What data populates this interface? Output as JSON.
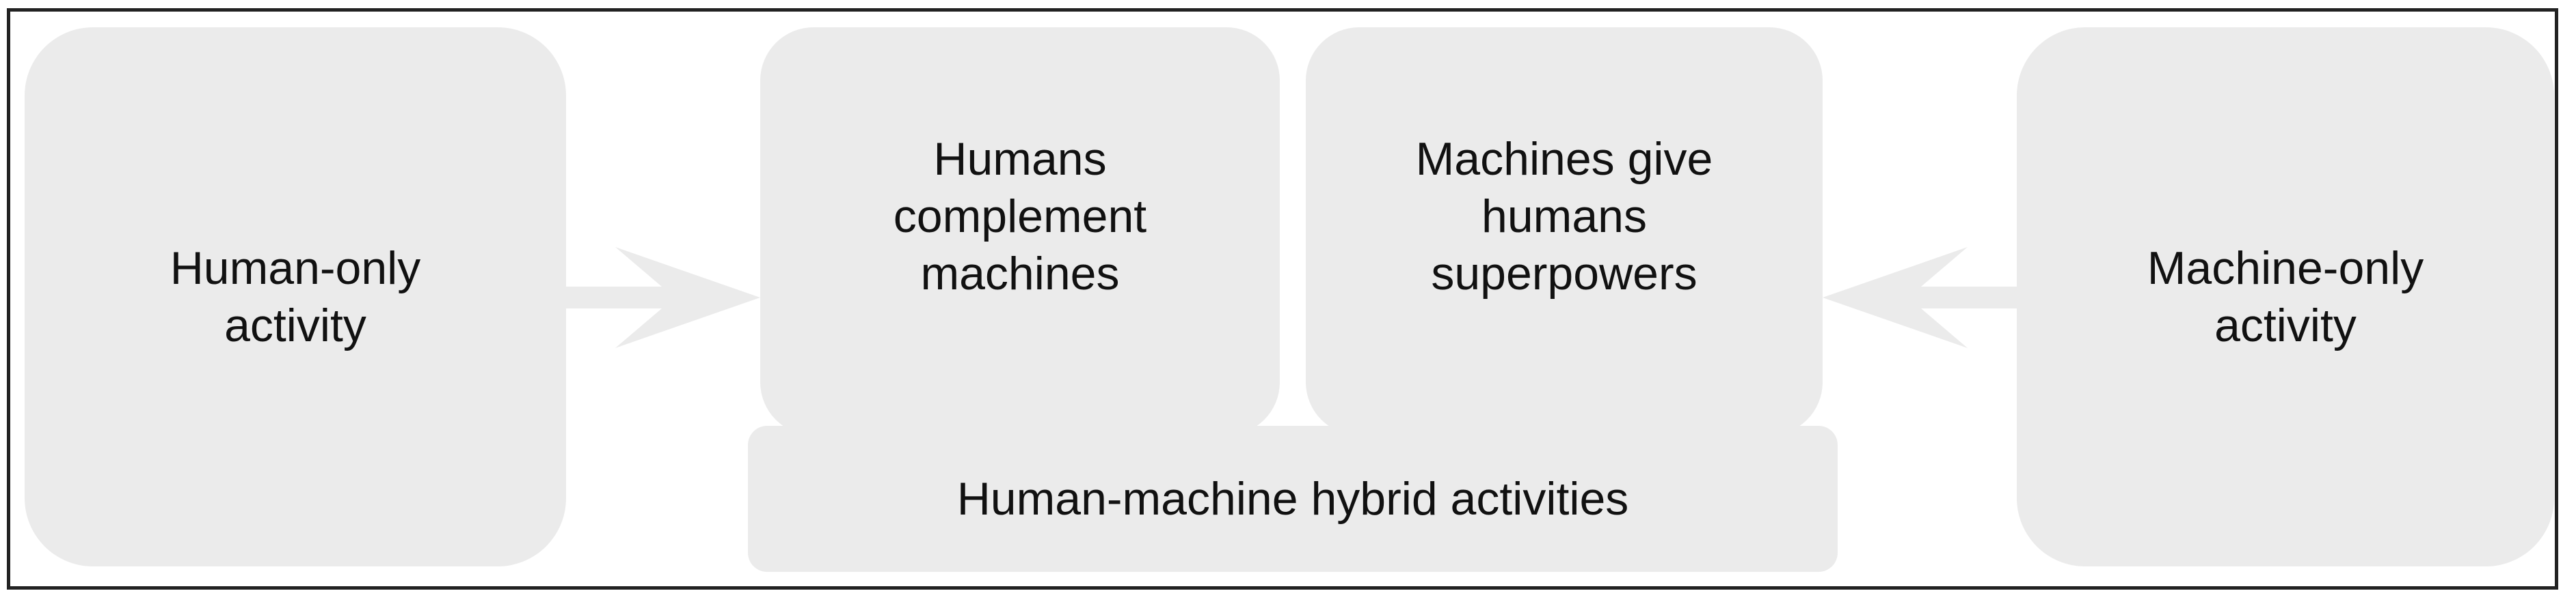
{
  "diagram": {
    "human_only": "Human-only\nactivity",
    "humans_complement": "Humans\ncomplement\nmachines",
    "machines_give": "Machines give\nhumans\nsuperpowers",
    "machine_only": "Machine-only\nactivity",
    "hybrid": "Human-machine hybrid activities"
  },
  "colors": {
    "box_fill": "#ebebeb",
    "frame_border": "#222222",
    "text": "#111111"
  }
}
